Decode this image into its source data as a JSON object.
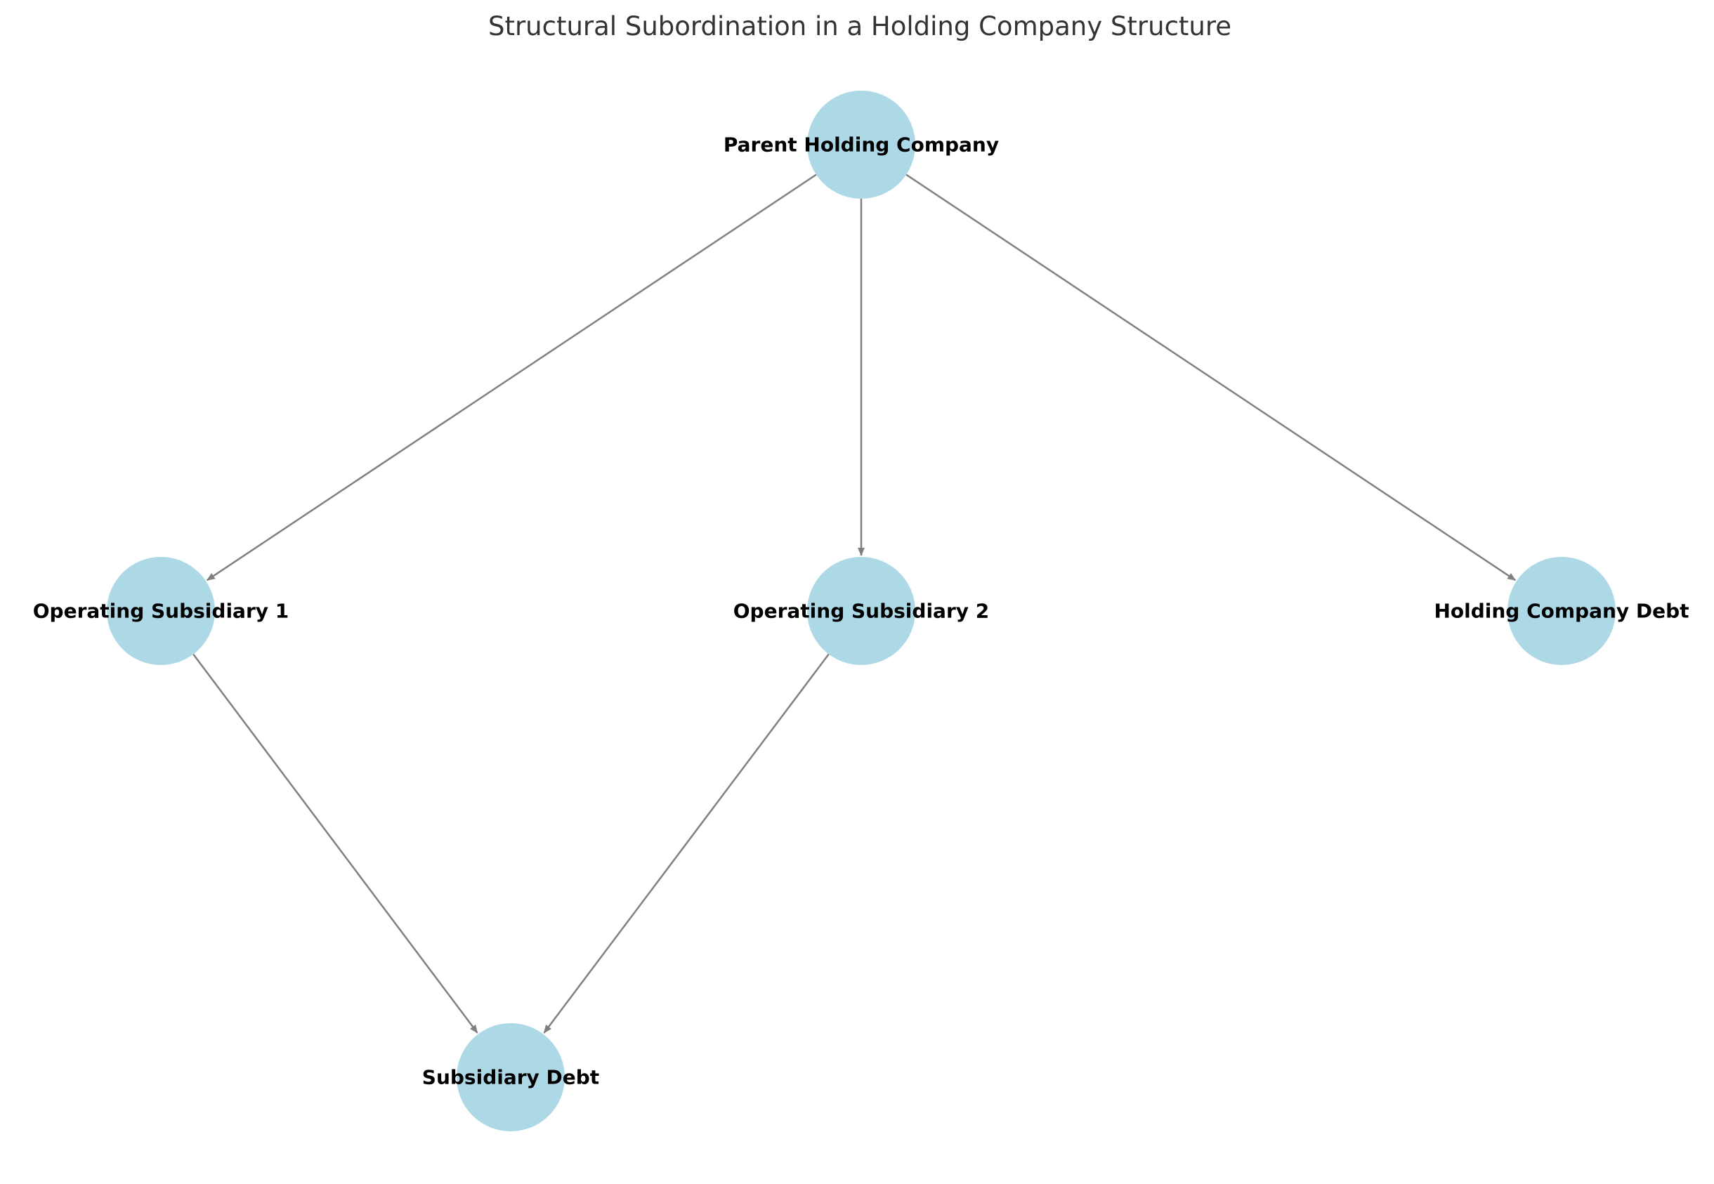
{
  "title": "Structural Subordination in a Holding Company Structure",
  "colors": {
    "node_fill": "#add8e6",
    "edge": "#808080",
    "label": "#000000",
    "title": "#333333"
  },
  "nodes": [
    {
      "id": "parent",
      "label": "Parent Holding Company"
    },
    {
      "id": "sub1",
      "label": "Operating Subsidiary 1"
    },
    {
      "id": "sub2",
      "label": "Operating Subsidiary 2"
    },
    {
      "id": "hcdebt",
      "label": "Holding Company Debt"
    },
    {
      "id": "subdebt",
      "label": "Subsidiary Debt"
    }
  ],
  "edges": [
    {
      "from": "parent",
      "to": "sub1"
    },
    {
      "from": "parent",
      "to": "sub2"
    },
    {
      "from": "parent",
      "to": "hcdebt"
    },
    {
      "from": "sub1",
      "to": "subdebt"
    },
    {
      "from": "sub2",
      "to": "subdebt"
    }
  ]
}
